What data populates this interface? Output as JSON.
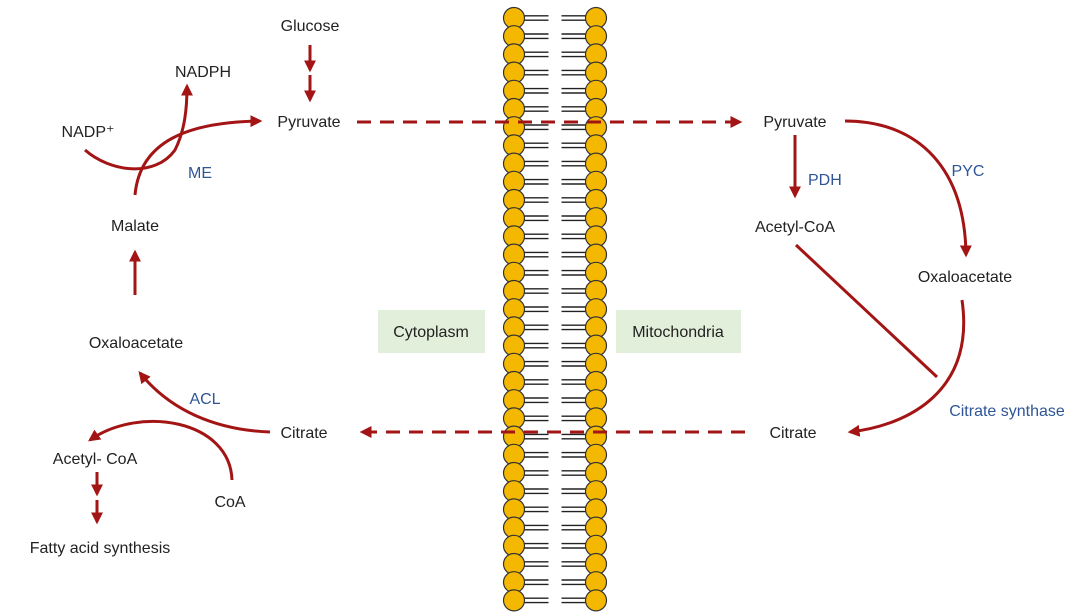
{
  "compartments": {
    "cytoplasm": "Cytoplasm",
    "mitochondria": "Mitochondria"
  },
  "cytoplasm_labels": {
    "glucose": "Glucose",
    "nadph": "NADPH",
    "nadp": "NADP⁺",
    "pyruvate": "Pyruvate",
    "malate": "Malate",
    "oxaloacetate": "Oxaloacetate",
    "citrate": "Citrate",
    "acetyl_coa": "Acetyl- CoA",
    "coa": "CoA",
    "fatty_acid": "Fatty acid synthesis"
  },
  "mito_labels": {
    "pyruvate": "Pyruvate",
    "acetyl_coa": "Acetyl-CoA",
    "oxaloacetate": "Oxaloacetate",
    "citrate": "Citrate"
  },
  "enzymes": {
    "me": "ME",
    "acl": "ACL",
    "pdh": "PDH",
    "pyc": "PYC",
    "citrate_synthase": "Citrate synthase"
  },
  "colors": {
    "arrow": "#a31515",
    "enzyme_text": "#2f5597",
    "lipid_head": "#f5b800",
    "compartment_box": "#e2efda"
  }
}
